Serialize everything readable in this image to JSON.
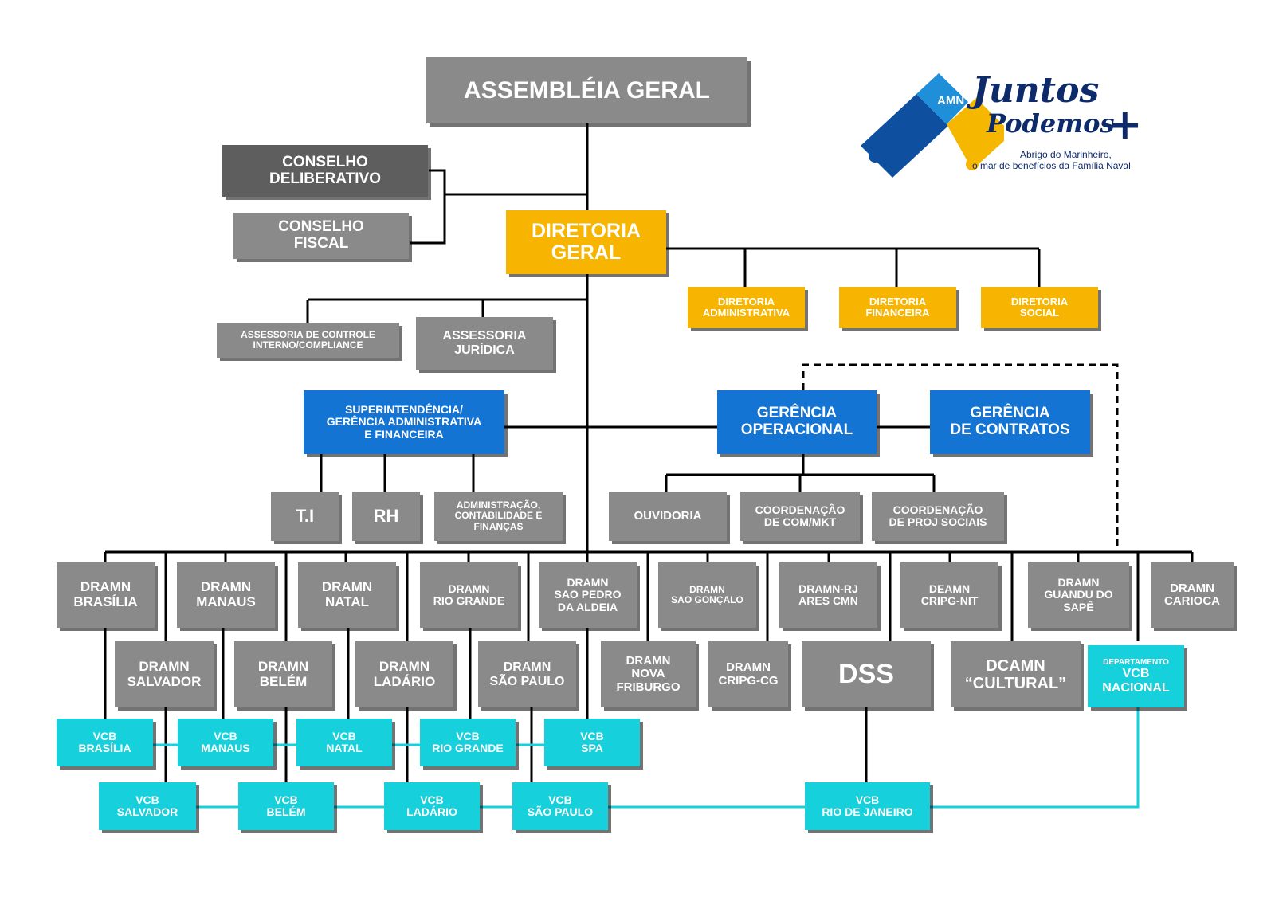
{
  "colors": {
    "gray": "#8a8a8a",
    "dark_gray": "#5e5e5e",
    "yellow": "#f7b400",
    "blue": "#1474d4",
    "cyan": "#16d0dc",
    "line": "#000000"
  },
  "logo": {
    "badge": "AMN",
    "title_1": "Juntos",
    "title_2": "Podemos",
    "plus": "+",
    "subtitle_1": "Abrigo do Marinheiro,",
    "subtitle_2": "o mar de benefícios da Família Naval"
  },
  "nodes": {
    "assembleia": "ASSEMBLÉIA GERAL",
    "conselho_deliberativo": "CONSELHO\nDELIBERATIVO",
    "conselho_fiscal": "CONSELHO\nFISCAL",
    "diretoria_geral": "DIRETORIA\nGERAL",
    "dir_adm": "DIRETORIA\nADMINISTRATIVA",
    "dir_fin": "DIRETORIA\nFINANCEIRA",
    "dir_soc": "DIRETORIA\nSOCIAL",
    "assessoria_controle": "ASSESSORIA DE CONTROLE\nINTERNO/COMPLIANCE",
    "assessoria_juridica": "ASSESSORIA\nJURÍDICA",
    "superintendencia": "SUPERINTENDÊNCIA/\nGERÊNCIA ADMINISTRATIVA\nE FINANCEIRA",
    "gerencia_operacional": "GERÊNCIA\nOPERACIONAL",
    "gerencia_contratos": "GERÊNCIA\nDE CONTRATOS",
    "ti": "T.I",
    "rh": "RH",
    "adm_cont_fin": "ADMINISTRAÇÃO,\nCONTABILIDADE E\nFINANÇAS",
    "ouvidoria": "OUVIDORIA",
    "coord_com": "COORDENAÇÃO\nDE COM/MKT",
    "coord_proj": "COORDENAÇÃO\nDE PROJ SOCIAIS",
    "dramn_brasilia": "DRAMN\nBRASÍLIA",
    "dramn_manaus": "DRAMN\nMANAUS",
    "dramn_natal": "DRAMN\nNATAL",
    "dramn_rio_grande": "DRAMN\nRIO GRANDE",
    "dramn_sao_pedro": "DRAMN\nSAO PEDRO\nDA ALDEIA",
    "dramn_sao_goncalo": "DRAMN\nSAO GONÇALO",
    "dramn_rj": "DRAMN-RJ\nARES CMN",
    "deamn_cripg_nit": "DEAMN\nCRIPG-NIT",
    "dramn_guandu": "DRAMN\nGUANDU DO\nSAPÊ",
    "dramn_carioca": "DRAMN\nCARIOCA",
    "dramn_salvador": "DRAMN\nSALVADOR",
    "dramn_belem": "DRAMN\nBELÉM",
    "dramn_ladario": "DRAMN\nLADÁRIO",
    "dramn_sao_paulo": "DRAMN\nSÃO PAULO",
    "dramn_nova_friburgo": "DRAMN\nNOVA\nFRIBURGO",
    "dramn_cripg_cg": "DRAMN\nCRIPG-CG",
    "dss": "DSS",
    "dcamn_cultural": "DCAMN\n“CULTURAL”",
    "depto_vcb_1": "DEPARTAMENTO",
    "depto_vcb_2": "VCB\nNACIONAL",
    "vcb_brasilia": "VCB\nBRASÍLIA",
    "vcb_manaus": "VCB\nMANAUS",
    "vcb_natal": "VCB\nNATAL",
    "vcb_rio_grande": "VCB\nRIO GRANDE",
    "vcb_spa": "VCB\nSPA",
    "vcb_salvador": "VCB\nSALVADOR",
    "vcb_belem": "VCB\nBELÉM",
    "vcb_ladario": "VCB\nLADÁRIO",
    "vcb_sao_paulo": "VCB\nSÃO PAULO",
    "vcb_rio_de_janeiro": "VCB\nRIO DE JANEIRO"
  }
}
